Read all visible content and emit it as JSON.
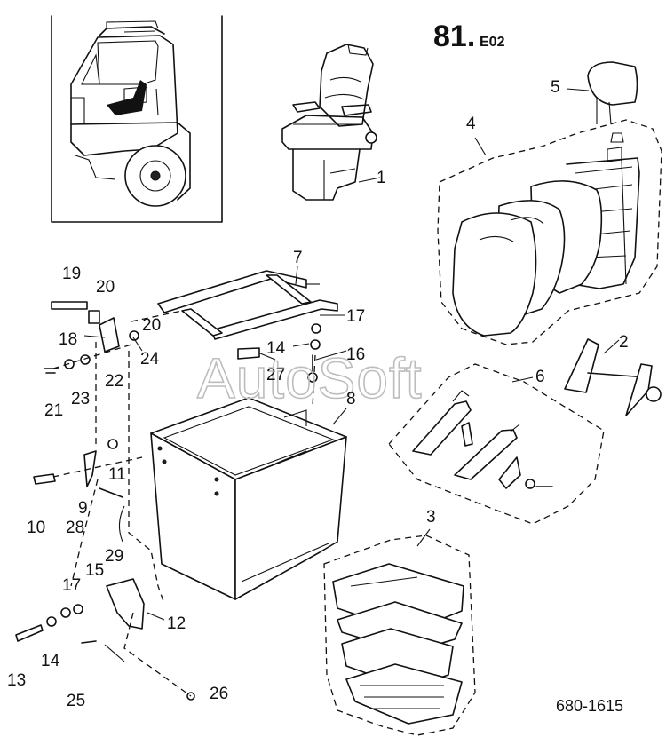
{
  "header": {
    "section": "81.",
    "variant": "E02"
  },
  "doc_number": "680-1615",
  "watermark": "AutoSoft",
  "callouts": [
    "1",
    "2",
    "3",
    "4",
    "5",
    "6",
    "7",
    "8",
    "9",
    "10",
    "11",
    "12",
    "13",
    "14",
    "14",
    "15",
    "16",
    "17",
    "17",
    "18",
    "19",
    "20",
    "20",
    "21",
    "22",
    "23",
    "24",
    "25",
    "26",
    "27",
    "28",
    "29"
  ]
}
